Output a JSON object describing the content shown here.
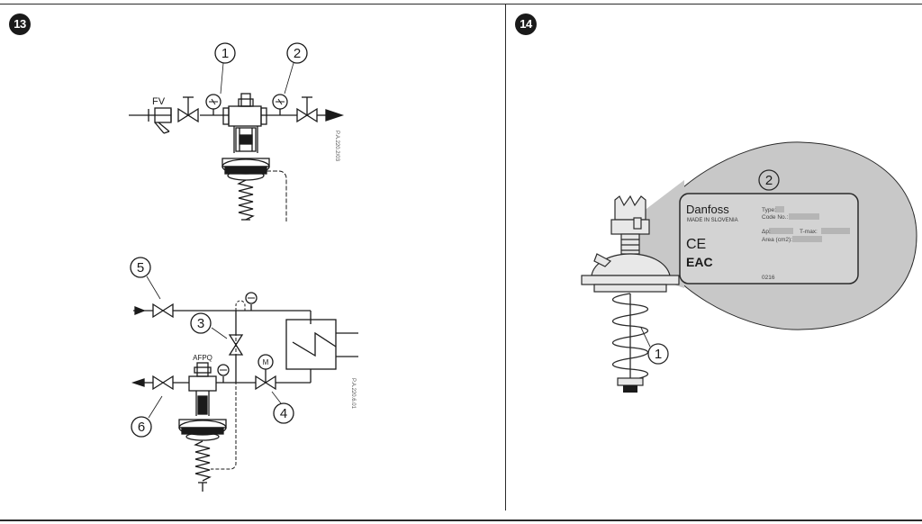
{
  "panel_left": {
    "badge": "13",
    "top_diagram": {
      "label_fv": "FV",
      "callout_1": "1",
      "callout_2": "2",
      "drawing_code": "P.A.220.2/03"
    },
    "bottom_diagram": {
      "label_afpq": "AFPQ",
      "motor_label": "M",
      "callout_3": "3",
      "callout_4": "4",
      "callout_5": "5",
      "callout_6": "6",
      "drawing_code": "P.A.220.6.01"
    }
  },
  "panel_right": {
    "badge": "14",
    "callout_1": "1",
    "callout_2": "2",
    "nameplate": {
      "brand": "Danfoss",
      "made_in": "MADE IN SLOVENIA",
      "type_label": "Type:",
      "code_label": "Code No.:",
      "dp_label": "Δp:",
      "tmax_label": "T-max:",
      "area_label": "Area (cm2):",
      "ce_mark": "CE",
      "eac_mark": "EAC",
      "year_code": "0216"
    },
    "colors": {
      "nameplate_bubble": "#c8c8c8",
      "nameplate_face": "#d3d3d3",
      "redaction": "#b5b5b5"
    }
  }
}
